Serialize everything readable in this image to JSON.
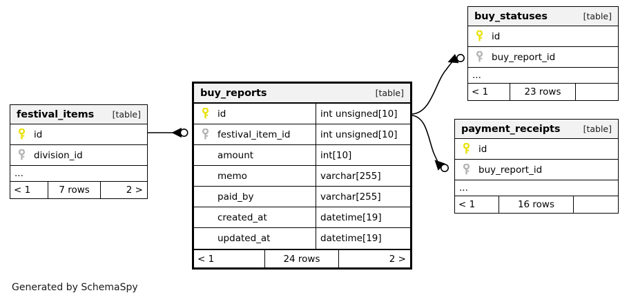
{
  "diagram": {
    "credit": "Generated by SchemaSpy",
    "table_tag": "[table]",
    "ellipsis": "...",
    "colors": {
      "primary_key": "#e8e20c",
      "foreign_key": "#b3b3b3",
      "header_fill": "#f2f2f2",
      "line": "#000000",
      "background": "#ffffff"
    }
  },
  "tables": {
    "festival_items": {
      "name": "festival_items",
      "rows": [
        {
          "key": "primary",
          "name": "id"
        },
        {
          "key": "foreign",
          "name": "division_id"
        }
      ],
      "footer": {
        "prev": "< 1",
        "count": "7 rows",
        "next": "2 >"
      }
    },
    "buy_reports": {
      "name": "buy_reports",
      "rows": [
        {
          "key": "primary",
          "name": "id",
          "type": "int unsigned[10]"
        },
        {
          "key": "foreign",
          "name": "festival_item_id",
          "type": "int unsigned[10]"
        },
        {
          "key": "none",
          "name": "amount",
          "type": "int[10]"
        },
        {
          "key": "none",
          "name": "memo",
          "type": "varchar[255]"
        },
        {
          "key": "none",
          "name": "paid_by",
          "type": "varchar[255]"
        },
        {
          "key": "none",
          "name": "created_at",
          "type": "datetime[19]"
        },
        {
          "key": "none",
          "name": "updated_at",
          "type": "datetime[19]"
        }
      ],
      "footer": {
        "prev": "< 1",
        "count": "24 rows",
        "next": "2 >"
      }
    },
    "buy_statuses": {
      "name": "buy_statuses",
      "rows": [
        {
          "key": "primary",
          "name": "id"
        },
        {
          "key": "foreign",
          "name": "buy_report_id"
        }
      ],
      "footer": {
        "prev": "< 1",
        "count": "23 rows",
        "next": ""
      }
    },
    "payment_receipts": {
      "name": "payment_receipts",
      "rows": [
        {
          "key": "primary",
          "name": "id"
        },
        {
          "key": "foreign",
          "name": "buy_report_id"
        }
      ],
      "footer": {
        "prev": "< 1",
        "count": "16 rows",
        "next": ""
      }
    }
  },
  "relationships": [
    {
      "from": "festival_items.id",
      "to": "buy_reports.festival_item_id"
    },
    {
      "from": "buy_reports.id",
      "to": "buy_statuses.buy_report_id"
    },
    {
      "from": "buy_reports.id",
      "to": "payment_receipts.buy_report_id"
    }
  ]
}
